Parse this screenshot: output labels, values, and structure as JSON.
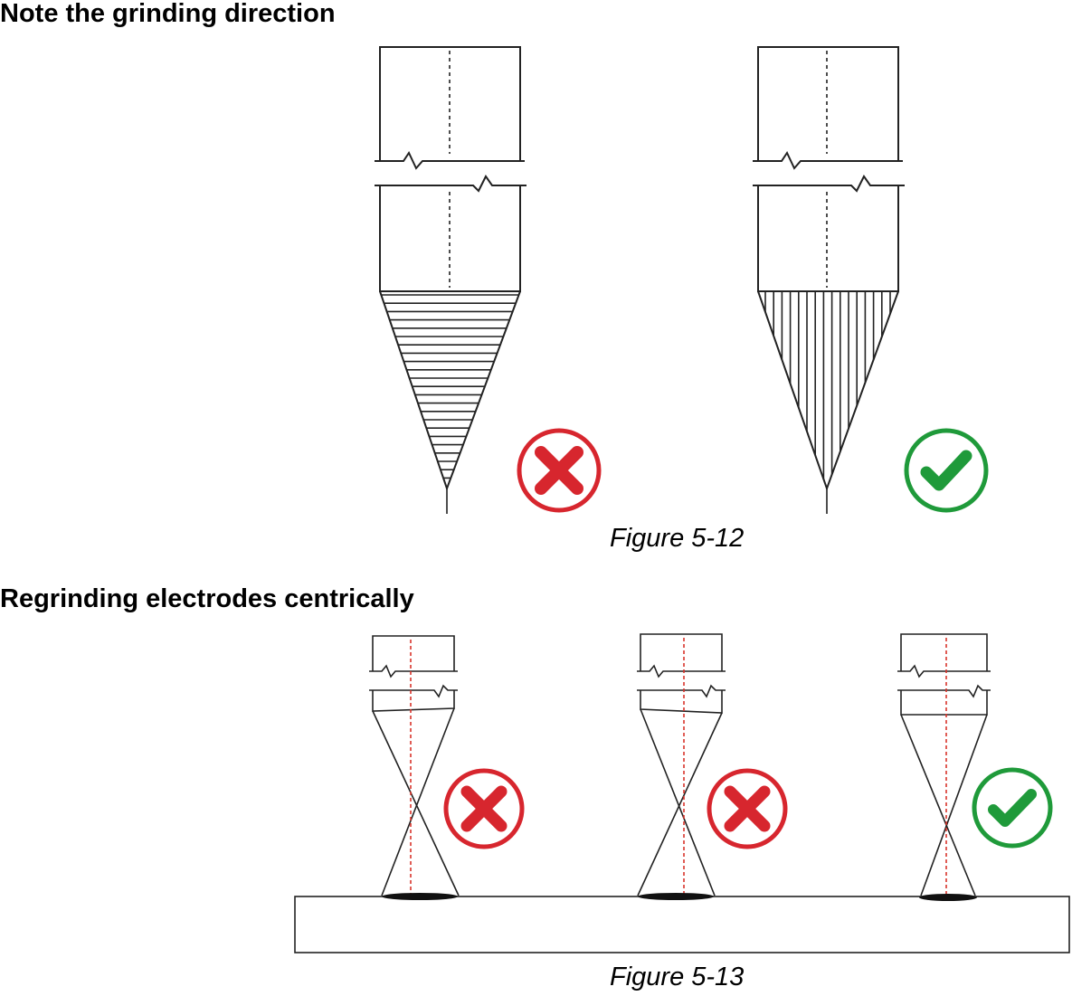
{
  "section1": {
    "heading": "Note the grinding direction",
    "caption": "Figure 5-12"
  },
  "section2": {
    "heading": "Regrinding electrodes centrically",
    "caption": "Figure 5-13"
  },
  "colors": {
    "wrong": "#d7262e",
    "correct": "#1f9a3a",
    "line": "#222222",
    "axis_dash": "#d9342b"
  },
  "icons": {
    "wrong": "cross-mark-icon",
    "correct": "check-mark-icon"
  }
}
